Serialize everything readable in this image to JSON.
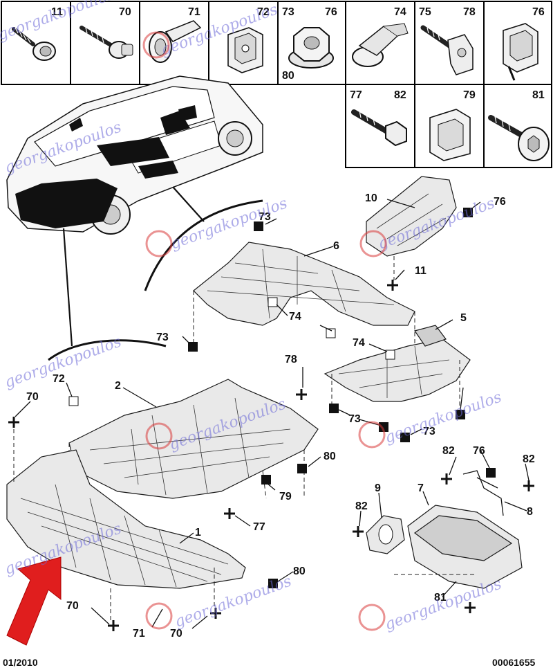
{
  "fasteners_top_row": [
    {
      "label": "11"
    },
    {
      "label": "70"
    },
    {
      "label": "71"
    },
    {
      "label": "72"
    },
    {
      "label": "73",
      "label2": "76",
      "label3": "80"
    },
    {
      "label": "74"
    },
    {
      "label": "75",
      "label2": "78"
    },
    {
      "label": "76"
    }
  ],
  "fasteners_second_row": [
    {
      "label": "77",
      "label2": "82"
    },
    {
      "label": "79"
    },
    {
      "label": "81"
    }
  ],
  "callouts": {
    "c10": "10",
    "c76a": "76",
    "c73a": "73",
    "c6": "6",
    "c11": "11",
    "c74a": "74",
    "c73b": "73",
    "c74b": "74",
    "c5": "5",
    "c78": "78",
    "c72": "72",
    "c2": "2",
    "c70a": "70",
    "c73c": "73",
    "c73d": "73",
    "c80a": "80",
    "c79": "79",
    "c82a": "82",
    "c76b": "76",
    "c82b": "82",
    "c9": "9",
    "c7": "7",
    "c82c": "82",
    "c8": "8",
    "c77": "77",
    "c1": "1",
    "c80b": "80",
    "c81": "81",
    "c70b": "70",
    "c71": "71",
    "c70c": "70"
  },
  "watermark_text": "georgakopoulos",
  "footer": {
    "date": "01/2010",
    "ref": "00061655"
  },
  "colors": {
    "arrow": "#e01e1e",
    "watermark": "#6d6ad8",
    "stamp": "#d83a3a"
  }
}
